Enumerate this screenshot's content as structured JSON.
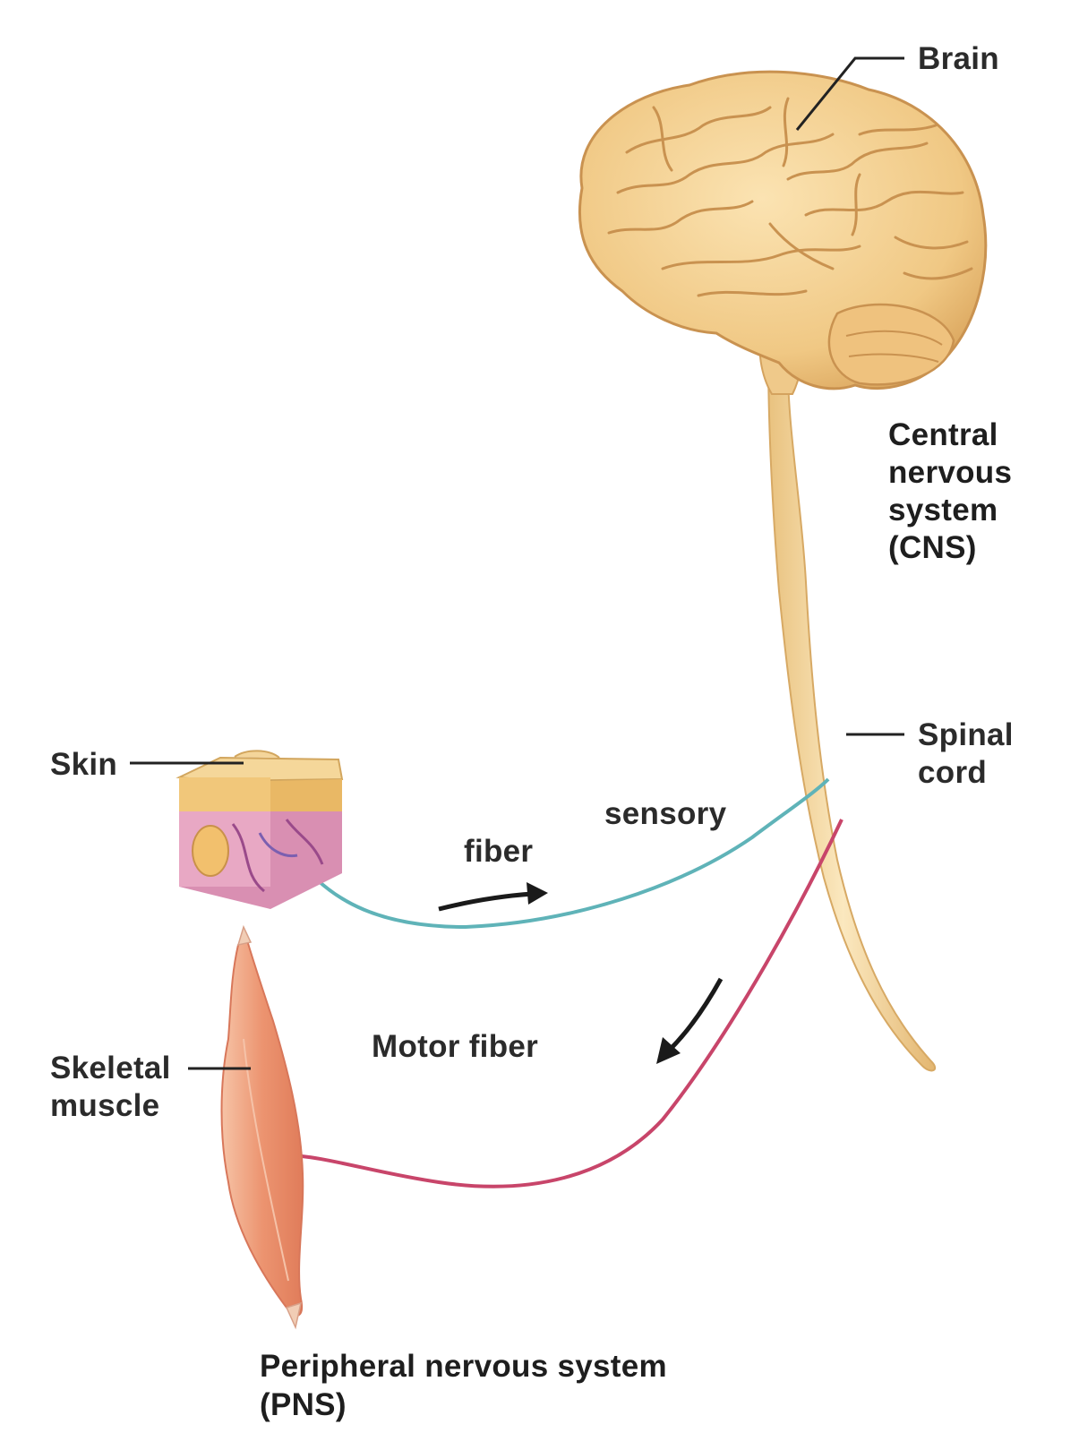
{
  "labels": {
    "brain": "Brain",
    "cns_line1": "Central",
    "cns_line2": "nervous",
    "cns_line3": "system",
    "cns_line4": "(CNS)",
    "spinal_line1": "Spinal",
    "spinal_line2": "cord",
    "skin": "Skin",
    "sensory": "sensory",
    "fiber": "fiber",
    "motor_fiber": "Motor fiber",
    "skeletal_line1": "Skeletal",
    "skeletal_line2": "muscle",
    "pns_line1": "Peripheral nervous system",
    "pns_line2": "(PNS)"
  },
  "colors": {
    "brain_fill": "#f3cf8c",
    "brain_shade": "#d9a55a",
    "spinal_cord": "#f6dca6",
    "sensory_fiber": "#5fb3b8",
    "motor_fiber": "#c8456a",
    "skin_top": "#f1c77a",
    "skin_dermis": "#e8a8c4",
    "muscle": "#ec9a74",
    "leader_line": "#222222"
  },
  "icons": {
    "brain": "brain-illustration",
    "skin": "skin-block-illustration",
    "muscle": "muscle-illustration",
    "arrow_sensory": "arrow-right-icon",
    "arrow_motor": "arrow-down-left-icon"
  }
}
